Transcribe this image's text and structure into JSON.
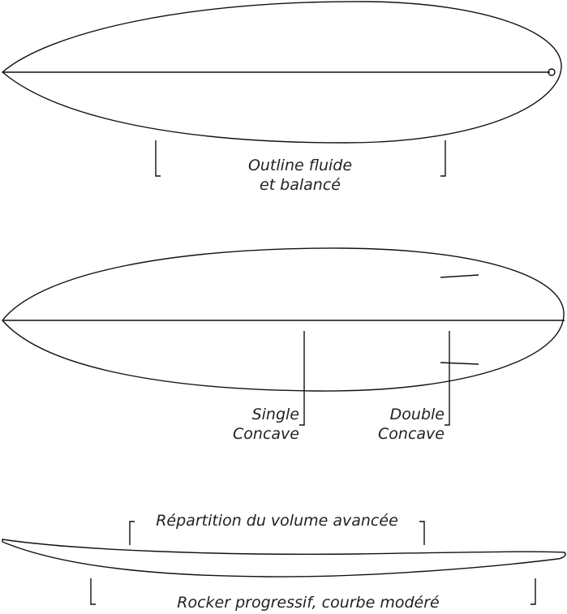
{
  "views": {
    "top_view": {
      "label_line1": "Outline fluide",
      "label_line2": "et balancé"
    },
    "bottom_view": {
      "single_line1": "Single",
      "single_line2": "Concave",
      "double_line1": "Double",
      "double_line2": "Concave"
    },
    "side_view": {
      "volume_label": "Répartition du volume avancée",
      "rocker_label": "Rocker progressif, courbe modéré"
    }
  }
}
